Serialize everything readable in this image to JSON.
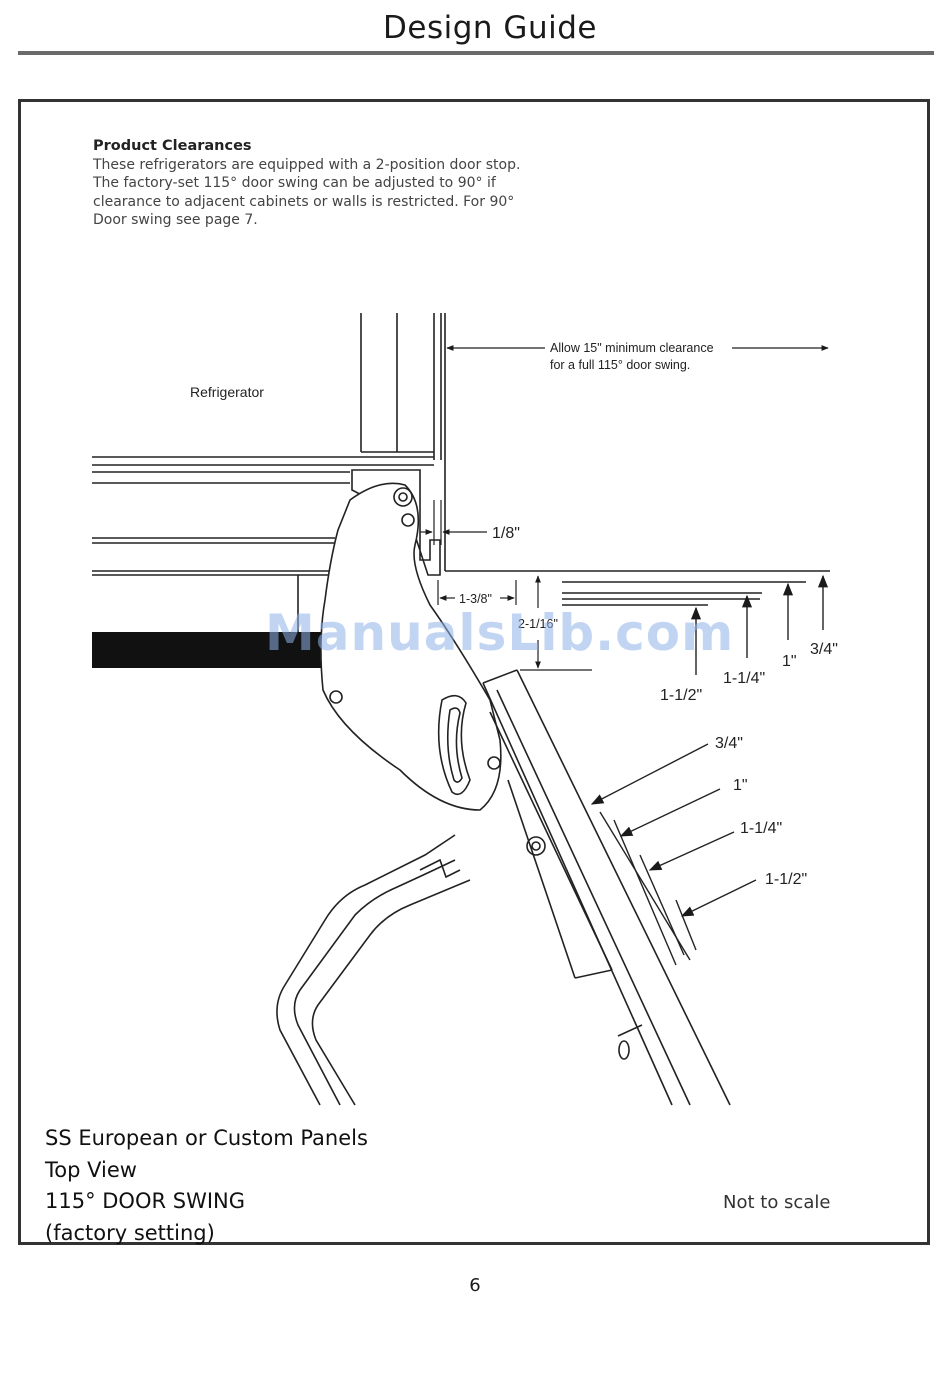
{
  "header": {
    "title": "Design Guide"
  },
  "intro": {
    "heading": "Product Clearances",
    "body": "These refrigerators are equipped with a 2-position door stop. The factory-set 115° door swing can be adjusted to 90° if clearance to adjacent cabinets or walls is restricted. For 90° Door swing see page 7."
  },
  "diagram": {
    "refrigerator_label": "Refrigerator",
    "clearance_note_line1": "Allow 15\" minimum clearance",
    "clearance_note_line2": "for a full 115° door swing.",
    "gap_label": "1/8\"",
    "hinge_offset_label": "1-3/8\"",
    "hinge_depth_label": "2-1/16\"",
    "panel_top": [
      "3/4\"",
      "1\"",
      "1-1/4\"",
      "1-1/2\""
    ],
    "panel_side": [
      "3/4\"",
      "1\"",
      "1-1/4\"",
      "1-1/2\""
    ]
  },
  "caption": {
    "line1": "SS European or Custom Panels",
    "line2": "Top View",
    "line3": "115° DOOR SWING",
    "line4": "(factory setting)"
  },
  "scale_note": "Not to scale",
  "watermark": "ManualsLib.com",
  "footer": {
    "page_number": "6"
  }
}
